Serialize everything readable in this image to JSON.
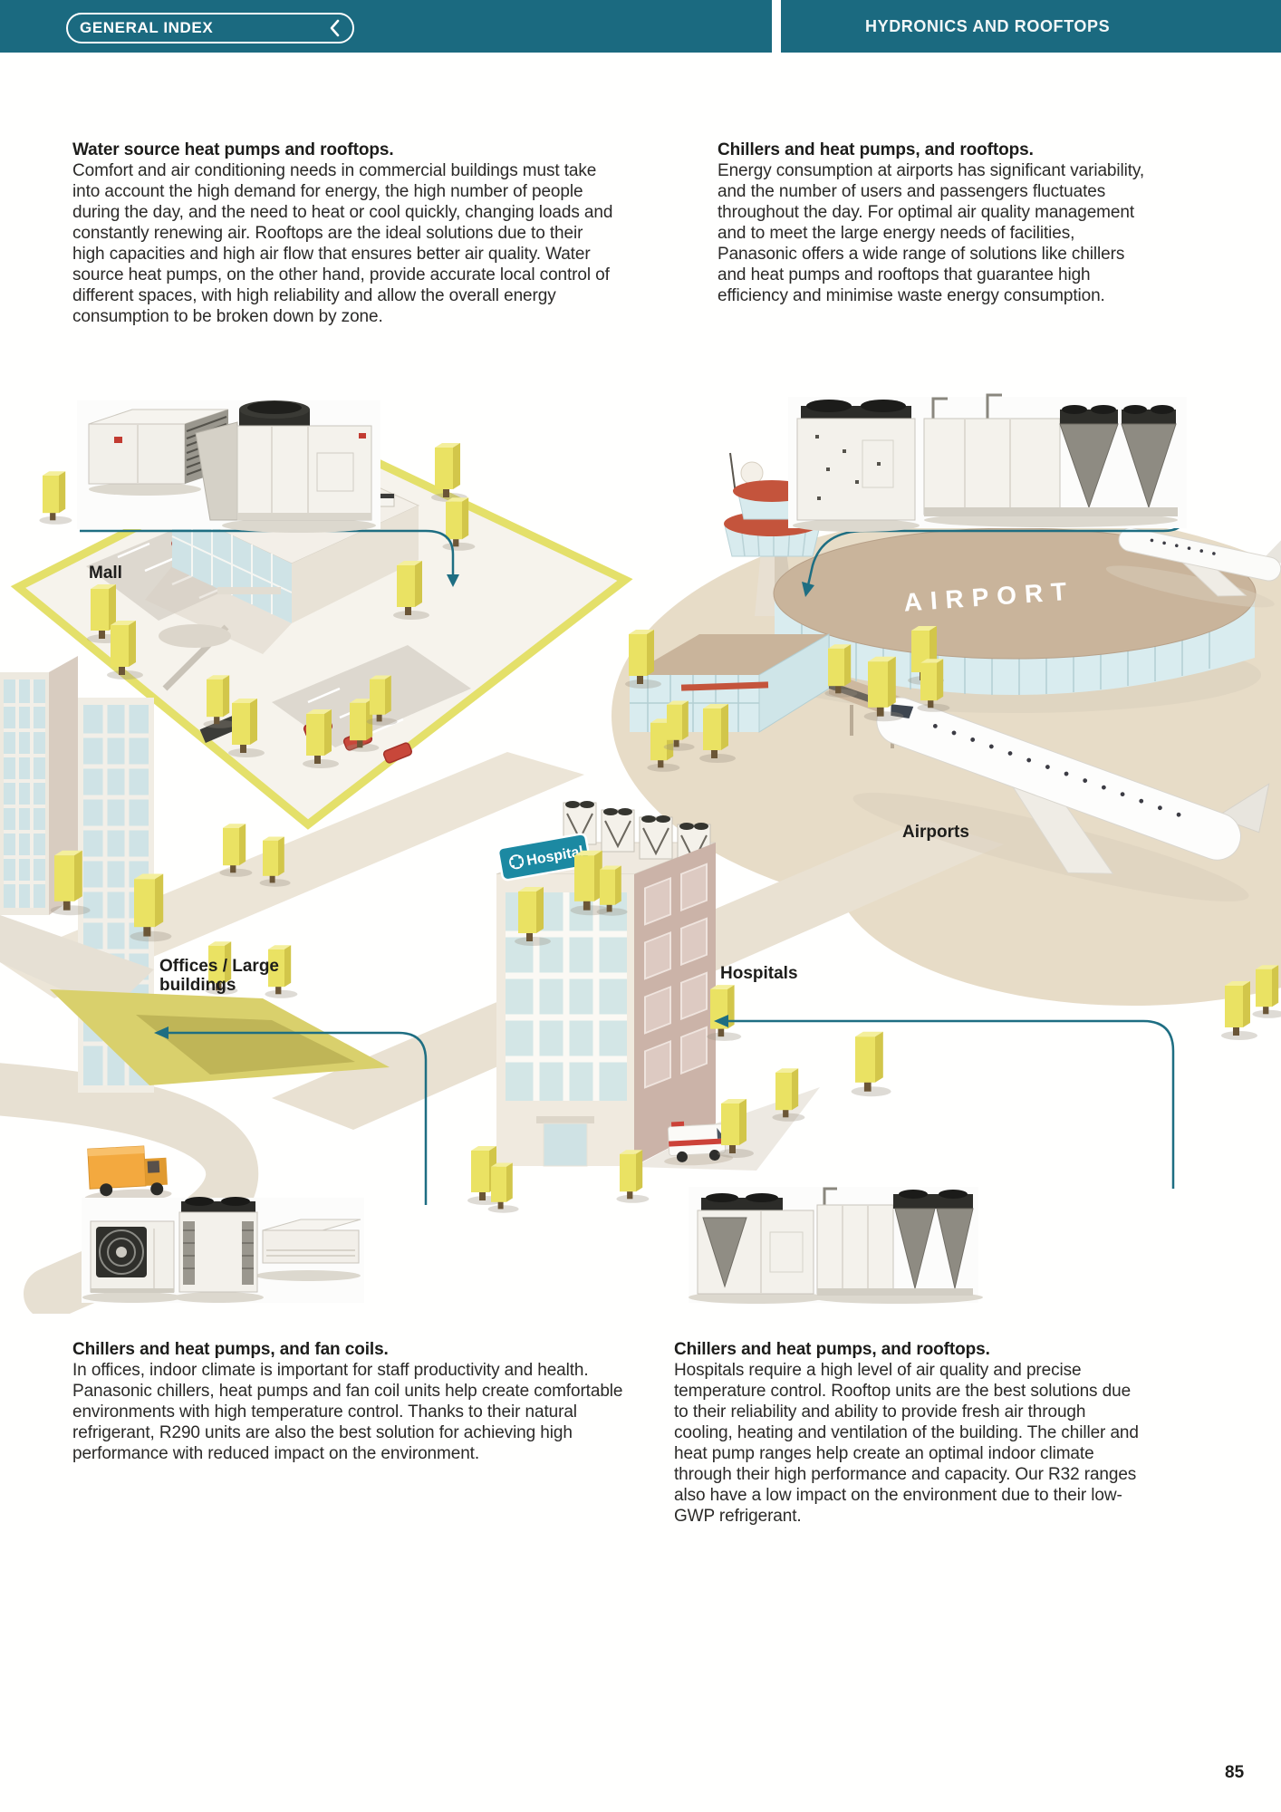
{
  "page": {
    "number": "85",
    "accent_teal": "#1b6a80",
    "connector_teal": "#1e6e82"
  },
  "header": {
    "back_button": "GENERAL INDEX",
    "title": "HYDRONICS AND ROOFTOPS",
    "icons": {
      "back": "chevron-left"
    }
  },
  "sections": {
    "top_left": {
      "title": "Water source heat pumps and rooftops.",
      "body": "Comfort and air conditioning needs in commercial buildings must take into account the high demand for energy, the high number of people during the day, and the need to heat or cool quickly, changing loads and constantly renewing air. Rooftops are the ideal solutions due to their high capacities and high air flow that ensures better air quality. Water source heat pumps, on the other hand, provide accurate local control of different spaces, with high reliability and allow the overall energy consumption to be broken down by zone."
    },
    "top_right": {
      "title": "Chillers and heat pumps, and rooftops.",
      "body": "Energy consumption at airports has significant variability, and the number of users and passengers fluctuates throughout the day. For optimal air quality management and to meet the large energy needs of facilities, Panasonic offers a wide range of solutions like chillers and heat pumps and rooftops that guarantee high efficiency and minimise waste energy consumption."
    },
    "bottom_left": {
      "title": "Chillers and heat pumps, and fan coils.",
      "body": "In offices, indoor climate is important for staff productivity and health. Panasonic chillers, heat pumps and fan coil units help create comfortable environments with high temperature control. Thanks to their natural refrigerant, R290 units are also the best solution for achieving high performance with reduced impact on the environment."
    },
    "bottom_right": {
      "title": "Chillers and heat pumps, and rooftops.",
      "body": "Hospitals require a high level of air quality and precise temperature control. Rooftop units are the best solutions due to their reliability and ability to provide fresh air through cooling, heating and ventilation of the building. The chiller and heat pump ranges help create an optimal indoor climate through their high performance and capacity. Our R32 ranges also have a low impact on the environment due to their low-GWP refrigerant."
    }
  },
  "illustration": {
    "labels": {
      "mall": "Mall",
      "airports": "Airports",
      "offices": "Offices / Large buildings",
      "hospitals": "Hospitals"
    },
    "signs": {
      "mall": "Mall",
      "airport": "AIRPORT",
      "hospital": "Hospital"
    }
  }
}
